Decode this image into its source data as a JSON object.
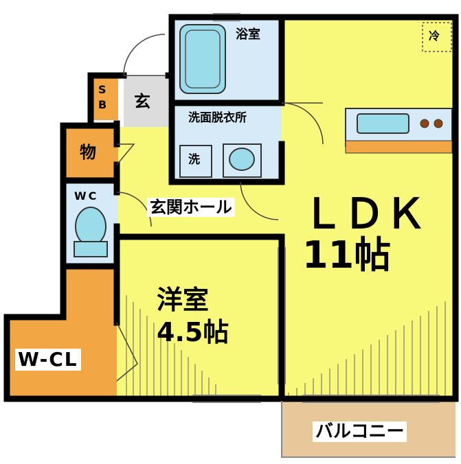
{
  "colors": {
    "wall": "#000000",
    "room_yellow": "#f8f87a",
    "room_orange": "#f2a644",
    "room_blue": "#d6eaf8",
    "fixture_blue": "#9bdcea",
    "entrance_gray": "#dcdcdc",
    "balcony": "#e8c89a",
    "kitchen_counter": "#f2a644"
  },
  "rooms": {
    "bathroom": "浴室",
    "refrigerator": "冷",
    "entrance": "玄",
    "shoe_box": "SB",
    "storage": "物",
    "washroom": "洗面脱衣所",
    "washing_machine": "洗",
    "toilet": "WC",
    "hall": "玄関ホール",
    "ldk_name": "ＬＤＫ",
    "ldk_size": "11帖",
    "western_room_name": "洋室",
    "western_room_size": "4.5帖",
    "walk_in_closet": "W-CL",
    "balcony": "バルコニー"
  }
}
